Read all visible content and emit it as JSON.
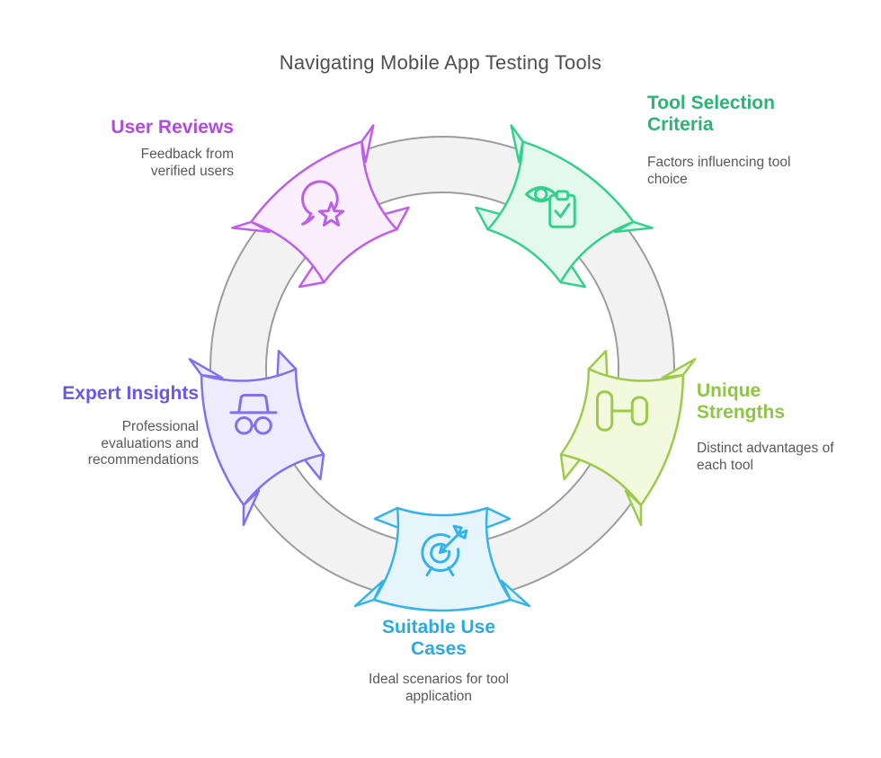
{
  "title": "Navigating Mobile App Testing Tools",
  "ring": {
    "fill": "#f2f2f2",
    "stroke": "#9c9c9c"
  },
  "nodes": [
    {
      "id": "user-reviews",
      "title": "User Reviews",
      "description": "Feedback from verified users",
      "accent": "#b14be0",
      "ribbon_stroke": "#bd5fe7",
      "ribbon_fill": "#fbeffe",
      "icon": "speech-bubble-star-icon",
      "position": "top-left"
    },
    {
      "id": "tool-selection-criteria",
      "title": "Tool Selection Criteria",
      "description": "Factors influencing tool choice",
      "accent": "#29b573",
      "ribbon_stroke": "#36cf8e",
      "ribbon_fill": "#e3f9ed",
      "icon": "eye-checklist-icon",
      "position": "top-right"
    },
    {
      "id": "unique-strengths",
      "title": "Unique Strengths",
      "description": "Distinct advantages of each tool",
      "accent": "#8dc63f",
      "ribbon_stroke": "#9dca4c",
      "ribbon_fill": "#f3f9dd",
      "icon": "dumbbell-icon",
      "position": "right"
    },
    {
      "id": "suitable-use-cases",
      "title": "Suitable Use Cases",
      "description": "Ideal scenarios for tool application",
      "accent": "#29abe2",
      "ribbon_stroke": "#35b3e8",
      "ribbon_fill": "#e6f5fc",
      "icon": "target-arrow-icon",
      "position": "bottom"
    },
    {
      "id": "expert-insights",
      "title": "Expert Insights",
      "description": "Professional evaluations and recommendations",
      "accent": "#6a57e8",
      "ribbon_stroke": "#8071ed",
      "ribbon_fill": "#edebfc",
      "icon": "incognito-icon",
      "position": "left"
    }
  ]
}
